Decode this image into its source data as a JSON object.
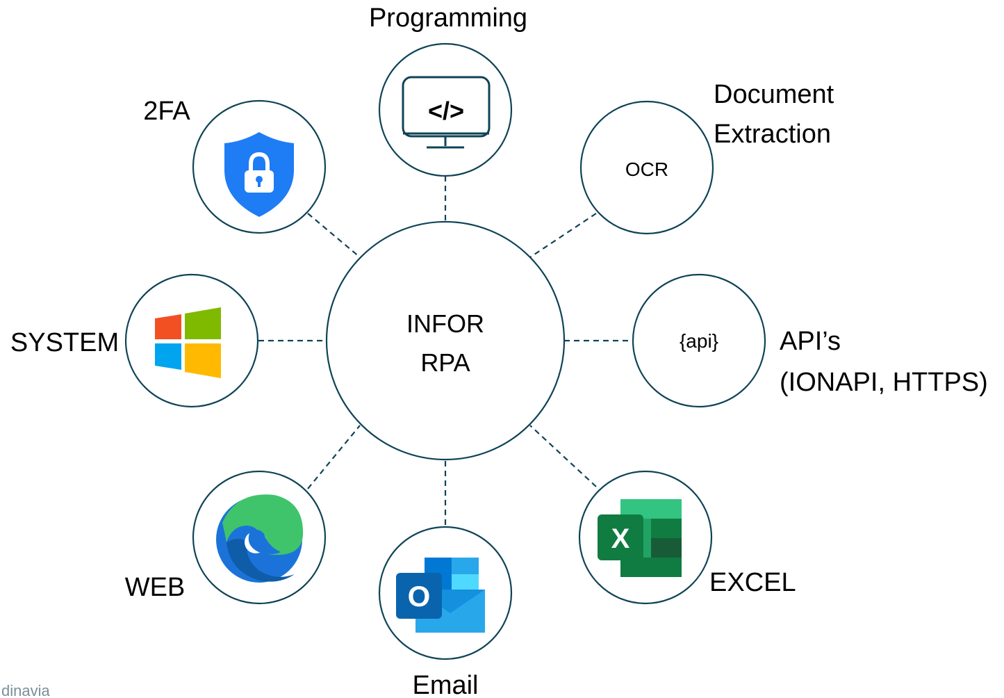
{
  "center": {
    "line1": "INFOR",
    "line2": "RPA"
  },
  "nodes": {
    "programming": {
      "label": "Programming",
      "icon": "code-monitor-icon",
      "icon_text": "</>"
    },
    "ocr": {
      "label_line1": "Document",
      "label_line2": "Extraction",
      "inner_text": "OCR"
    },
    "api": {
      "label_line1": "API’s",
      "label_line2": "(IONAPI, HTTPS)",
      "inner_text": "{api}"
    },
    "excel": {
      "label": "EXCEL",
      "icon": "excel-icon",
      "icon_text": "X"
    },
    "email": {
      "label": "Email",
      "icon": "outlook-icon",
      "icon_text": "O"
    },
    "web": {
      "label": "WEB",
      "icon": "edge-browser-icon"
    },
    "system": {
      "label": "SYSTEM",
      "icon": "windows-logo-icon"
    },
    "twofa": {
      "label": "2FA",
      "icon": "lock-shield-icon"
    }
  },
  "watermark": "dinavia",
  "colors": {
    "outline": "#0f4356",
    "shield": "#1e7cf5",
    "windows_red": "#f25022",
    "windows_green": "#7fba00",
    "windows_blue": "#00a4ef",
    "windows_yellow": "#ffb900",
    "excel_green": "#107c41",
    "outlook_blue": "#0a64ad"
  }
}
